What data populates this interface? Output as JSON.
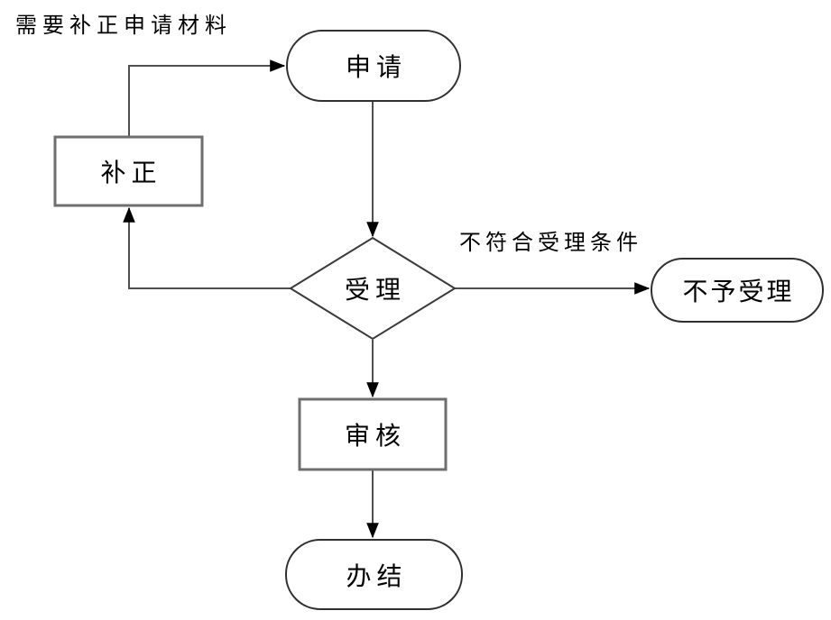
{
  "flowchart": {
    "annotations": {
      "need_correction": "需要补正申请材料",
      "not_meet_condition": "不符合受理条件"
    },
    "nodes": {
      "apply": {
        "label": "申请",
        "shape": "terminator"
      },
      "correct": {
        "label": "补正",
        "shape": "process"
      },
      "accept": {
        "label": "受理",
        "shape": "decision"
      },
      "reject": {
        "label": "不予受理",
        "shape": "terminator"
      },
      "review": {
        "label": "审核",
        "shape": "process"
      },
      "complete": {
        "label": "办结",
        "shape": "terminator"
      }
    },
    "edges": [
      {
        "from": "correct",
        "to": "apply",
        "label": ""
      },
      {
        "from": "apply",
        "to": "accept",
        "label": ""
      },
      {
        "from": "accept",
        "to": "reject",
        "label": "不符合受理条件"
      },
      {
        "from": "accept",
        "to": "correct",
        "label": "需要补正申请材料"
      },
      {
        "from": "accept",
        "to": "review",
        "label": ""
      },
      {
        "from": "review",
        "to": "complete",
        "label": ""
      }
    ],
    "colors": {
      "background": "#ffffff",
      "node_fill": "#ffffff",
      "terminator_stroke": "#303030",
      "process_stroke": "#6e6e6e",
      "connector": "#4f4f4f",
      "arrowhead": "#000000",
      "text": "#000000"
    }
  }
}
